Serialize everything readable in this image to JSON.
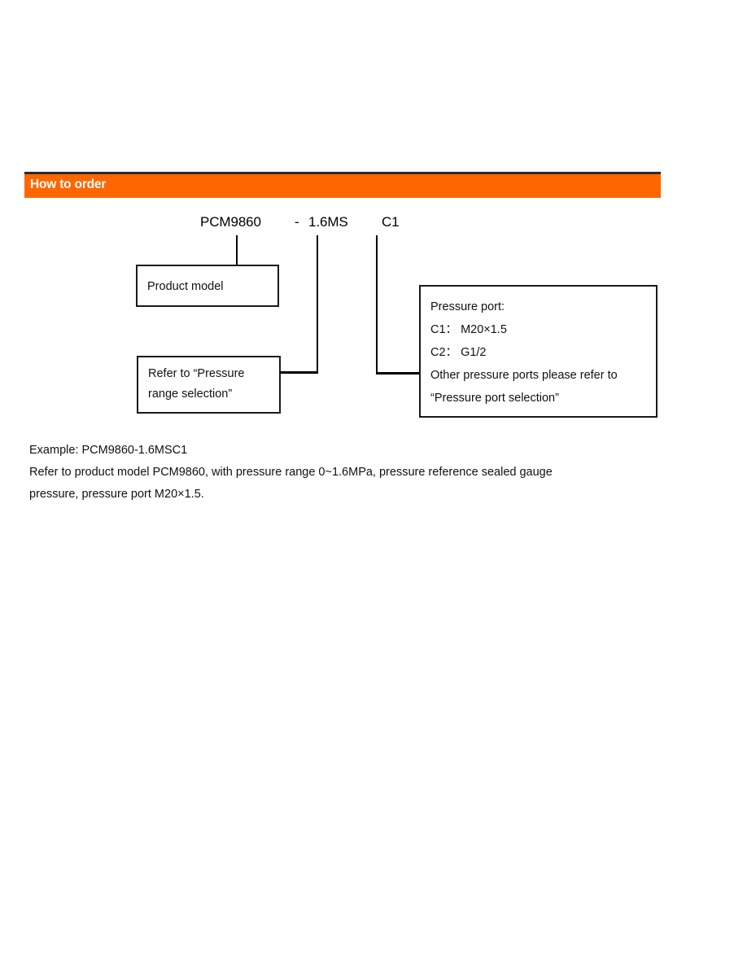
{
  "section": {
    "header_title": "How to order",
    "header_color": "#ff6600",
    "header_text_color": "#ffffff"
  },
  "model_code": {
    "product": "PCM9860",
    "separator": "-",
    "range": "1.6MS",
    "port": "C1"
  },
  "callouts": {
    "product_model": {
      "lines": [
        "Product model"
      ]
    },
    "range_selection": {
      "lines": [
        "Refer to “Pressure",
        "range selection”"
      ]
    },
    "pressure_port": {
      "lines": [
        "Pressure port:",
        "C1： M20×1.5",
        "C2： G1/2",
        "Other pressure ports please refer to",
        "“Pressure port selection”"
      ]
    }
  },
  "example": {
    "lines": [
      "Example: PCM9860-1.6MSC1",
      "Refer to product model PCM9860, with pressure range 0~1.6MPa, pressure reference sealed gauge",
      "pressure, pressure port M20×1.5."
    ]
  }
}
